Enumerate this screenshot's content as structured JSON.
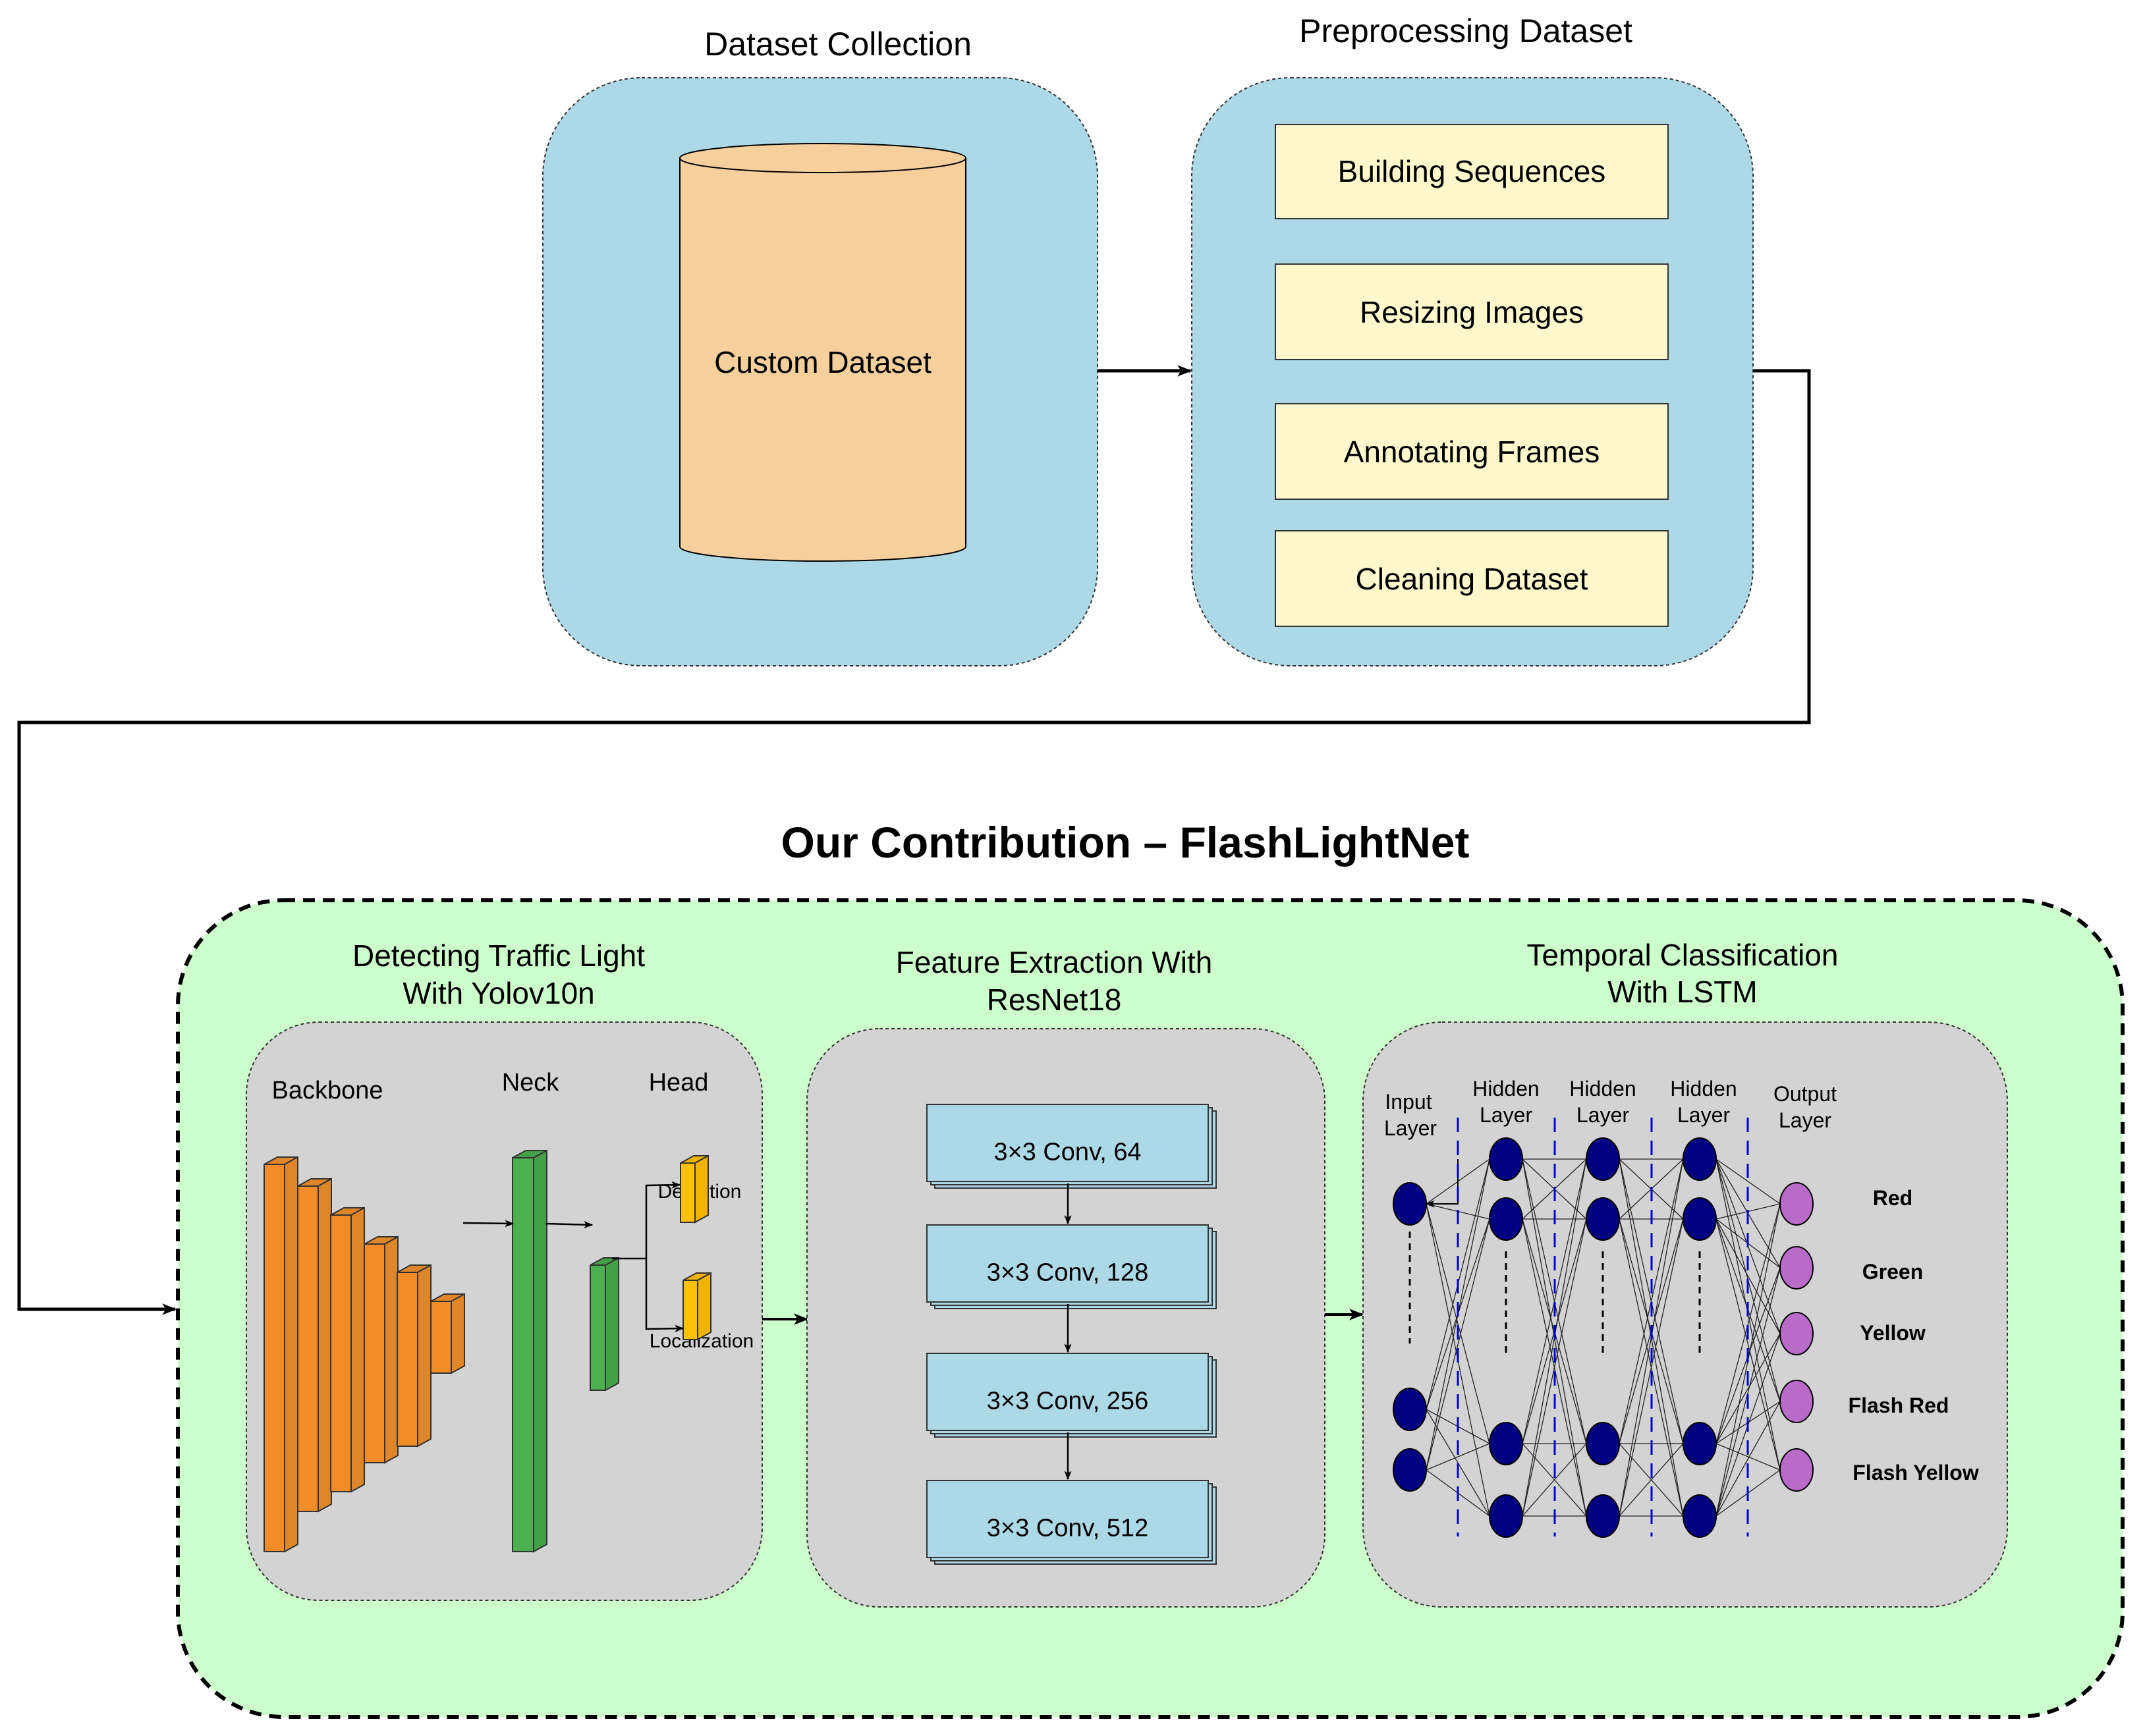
{
  "top_sections": {
    "dataset_collection": {
      "title": "Dataset Collection",
      "cylinder_label": "Custom Dataset"
    },
    "preprocessing": {
      "title": "Preprocessing Dataset",
      "steps": [
        "Building Sequences",
        "Resizing Images",
        "Annotating Frames",
        "Cleaning Dataset"
      ]
    }
  },
  "contribution": {
    "title": "Our Contribution – FlashLightNet",
    "yolo": {
      "title_line1": "Detecting Traffic Light",
      "title_line2": "With Yolov10n",
      "backbone_label": "Backbone",
      "neck_label": "Neck",
      "head_label": "Head",
      "detection_label": "Detection",
      "localization_label": "Localization"
    },
    "resnet": {
      "title_line1": "Feature Extraction With",
      "title_line2": "ResNet18",
      "blocks": [
        "3×3 Conv, 64",
        "3×3 Conv, 128",
        "3×3 Conv, 256",
        "3×3 Conv, 512"
      ]
    },
    "lstm": {
      "title_line1": "Temporal Classification",
      "title_line2": "With LSTM",
      "layer_labels": [
        {
          "line1": "Input",
          "line2": "Layer"
        },
        {
          "line1": "Hidden",
          "line2": "Layer"
        },
        {
          "line1": "Hidden",
          "line2": "Layer"
        },
        {
          "line1": "Hidden",
          "line2": "Layer"
        },
        {
          "line1": "Output",
          "line2": "Layer"
        }
      ],
      "classes": [
        "Red",
        "Green",
        "Yellow",
        "Flash Red",
        "Flash Yellow"
      ]
    }
  },
  "colors": {
    "top_panel_fill": "#add8e6",
    "cylinder_fill": "#f5d09d",
    "step_fill": "#fff8cc",
    "contribution_fill": "#ccffcc",
    "inner_panel_fill": "#d3d3d3",
    "backbone_front": "#f28c28",
    "backbone_side": "#e0862a",
    "neck_front": "#4caf50",
    "neck_side": "#43a047",
    "head_front": "#ffc107",
    "head_side": "#f0b400",
    "conv_fill": "#add8e6",
    "hidden_node": "#000080",
    "output_node": "#b86bc8",
    "divider_dash": "#0000cc"
  }
}
